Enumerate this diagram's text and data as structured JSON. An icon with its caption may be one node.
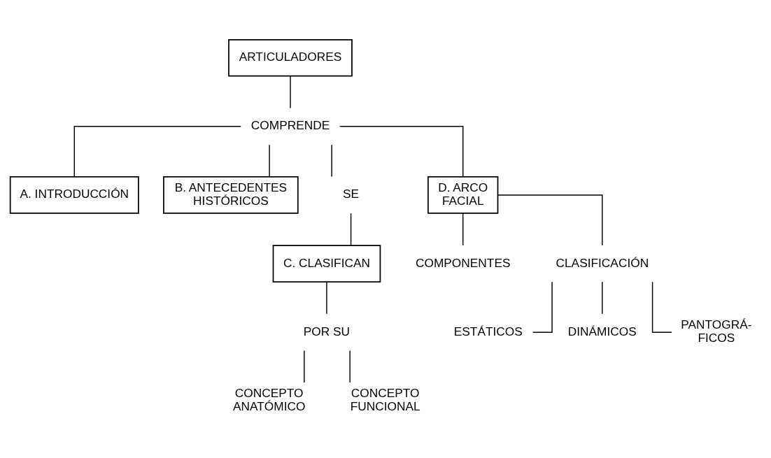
{
  "diagram": {
    "nodes": [
      {
        "text": [
          "ARTICULADORES"
        ]
      },
      {
        "text": [
          "COMPRENDE"
        ]
      },
      {
        "text": [
          "A. INTRODUCCIÓN"
        ]
      },
      {
        "text": [
          "B. ANTECEDENTES HISTÓRICOS"
        ]
      },
      {
        "text": [
          "SE"
        ]
      },
      {
        "text": [
          "C. CLASIFICAN"
        ]
      },
      {
        "text": [
          "D. ARCO FACIAL"
        ]
      },
      {
        "text": [
          "POR SU"
        ]
      },
      {
        "text": [
          "CONCEPTO ANATÓMICO"
        ]
      },
      {
        "text": [
          "CONCEPTO FUNCIONAL"
        ]
      },
      {
        "text": [
          "COMPONENTES"
        ]
      },
      {
        "text": [
          "CLASIFICACIÓN"
        ]
      },
      {
        "text": [
          "ESTÁTICOS"
        ]
      },
      {
        "text": [
          "DINÁMICOS"
        ]
      },
      {
        "text": [
          "PANTOGRÁ- FICOS"
        ]
      }
    ],
    "edges": [
      {
        "from": 0,
        "to": 1,
        "arrow": "none"
      },
      {
        "from": 1,
        "to": 2,
        "arrow": "none"
      },
      {
        "from": 1,
        "to": 3,
        "arrow": "none"
      },
      {
        "from": 1,
        "to": 4,
        "arrow": "none"
      },
      {
        "from": 1,
        "to": 6,
        "arrow": "none"
      },
      {
        "from": 4,
        "to": 5,
        "arrow": "none"
      },
      {
        "from": 5,
        "to": 7,
        "arrow": "none"
      },
      {
        "from": 7,
        "to": 8,
        "arrow": "none"
      },
      {
        "from": 7,
        "to": 9,
        "arrow": "none"
      },
      {
        "from": 6,
        "to": 10,
        "arrow": "none"
      },
      {
        "from": 6,
        "to": 11,
        "arrow": "none"
      },
      {
        "from": 11,
        "to": 12,
        "arrow": "none"
      },
      {
        "from": 11,
        "to": 13,
        "arrow": "none"
      },
      {
        "from": 11,
        "to": 14,
        "arrow": "none"
      }
    ]
  }
}
